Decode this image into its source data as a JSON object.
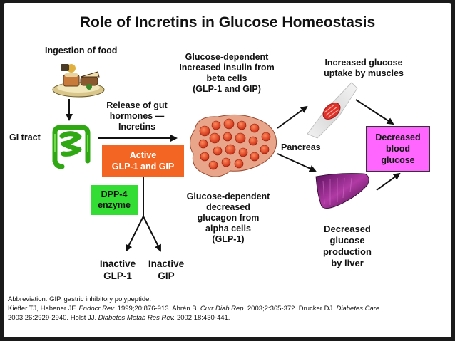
{
  "title": "Role of Incretins in Glucose Homeostasis",
  "labels": {
    "ingestion": "Ingestion of food",
    "gi_tract": "GI tract",
    "release_1": "Release of gut",
    "release_2": "hormones —",
    "release_3": "Incretins",
    "active_1": "Active",
    "active_2": "GLP-1 and GIP",
    "dpp_1": "DPP-4",
    "dpp_2": "enzyme",
    "inactive_glp1_1": "Inactive",
    "inactive_glp1_2": "GLP-1",
    "inactive_gip_1": "Inactive",
    "inactive_gip_2": "GIP",
    "insulin_1": "Glucose-dependent",
    "insulin_2": "Increased insulin from",
    "insulin_3": "beta cells",
    "insulin_4": "(GLP-1 and GIP)",
    "pancreas": "Pancreas",
    "glucagon_1": "Glucose-dependent",
    "glucagon_2": "decreased",
    "glucagon_3": "glucagon from",
    "glucagon_4": "alpha cells",
    "glucagon_5": "(GLP-1)",
    "uptake_1": "Increased glucose",
    "uptake_2": "uptake by muscles",
    "blood_1": "Decreased",
    "blood_2": "blood",
    "blood_3": "glucose",
    "liver_1": "Decreased",
    "liver_2": "glucose",
    "liver_3": "production",
    "liver_4": "by liver"
  },
  "footnote": {
    "abbrev": "Abbreviation: GIP, gastric inhibitory polypeptide.",
    "ref_line1_a": "Kieffer TJ, Habener JF. ",
    "ref_line1_b": "Endocr Rev.",
    "ref_line1_c": " 1999;20:876-913. Ahrén B. ",
    "ref_line1_d": "Curr Diab Rep.",
    "ref_line1_e": " 2003;2:365-372. Drucker DJ. ",
    "ref_line1_f": "Diabetes Care.",
    "ref_line2_a": "2003;26:2929-2940. Holst JJ. ",
    "ref_line2_b": "Diabetes Metab Res Rev.",
    "ref_line2_c": " 2002;18:430-441."
  },
  "colors": {
    "active_box": "#f26522",
    "dpp_box": "#33dd33",
    "blood_box": "#ff66ff",
    "pancreas": "#e8a58a",
    "islet": "#e23b1a",
    "gi_tract": "#44cc22",
    "liver": "#8a1f7a",
    "muscle": "#e0302a"
  },
  "icons": [
    "food-plate-icon",
    "gi-tract-icon",
    "pancreas-icon",
    "muscle-icon",
    "liver-icon"
  ]
}
